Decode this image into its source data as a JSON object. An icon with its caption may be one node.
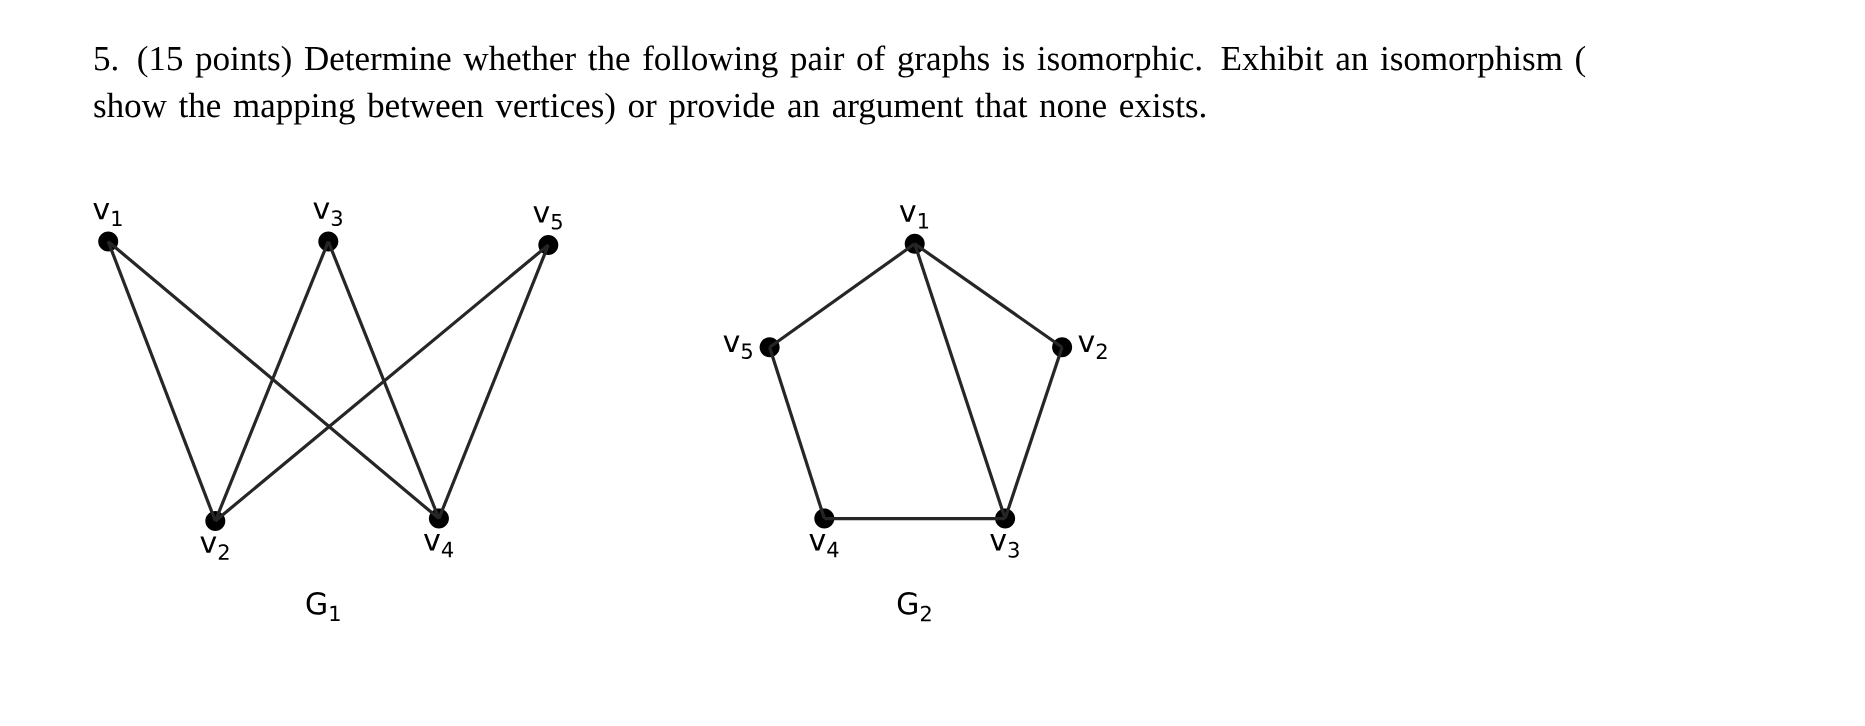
{
  "diagram": {
    "title": "5. (15 points) Determine whether the following pair of graphs is isomorphic. Exhibit an isomorphism ( show the mapping between vertices) or provide an argument that none exists.",
    "nodes": [
      {
        "text": [
          "v$_{1}$"
        ]
      },
      {
        "text": [
          "v$_{3}$"
        ]
      },
      {
        "text": [
          "v$_{5}$"
        ]
      },
      {
        "text": [
          "v$_{2}$"
        ]
      },
      {
        "text": [
          "v$_{4}$"
        ]
      },
      {
        "text": [
          "v$_{1}$"
        ]
      },
      {
        "text": [
          "v$_{5}$"
        ]
      },
      {
        "text": [
          "v$_{2}$"
        ]
      },
      {
        "text": [
          "v$_{4}$"
        ]
      },
      {
        "text": [
          "v$_{3}$"
        ]
      }
    ],
    "edges": [
      {
        "from": 0,
        "to": 3,
        "arrow": "none"
      },
      {
        "from": 0,
        "to": 4,
        "arrow": "none"
      },
      {
        "from": 1,
        "to": 3,
        "arrow": "none"
      },
      {
        "from": 1,
        "to": 4,
        "arrow": "none"
      },
      {
        "from": 2,
        "to": 3,
        "arrow": "none"
      },
      {
        "from": 2,
        "to": 4,
        "arrow": "none"
      },
      {
        "from": 5,
        "to": 6,
        "arrow": "none"
      },
      {
        "from": 5,
        "to": 7,
        "arrow": "none"
      },
      {
        "from": 5,
        "to": 9,
        "arrow": "none"
      },
      {
        "from": 7,
        "to": 9,
        "arrow": "none"
      },
      {
        "from": 9,
        "to": 8,
        "arrow": "none"
      },
      {
        "from": 8,
        "to": 6,
        "arrow": "none"
      }
    ],
    "labels": [
      "G$_{1}$",
      "G$_{2}$"
    ]
  }
}
